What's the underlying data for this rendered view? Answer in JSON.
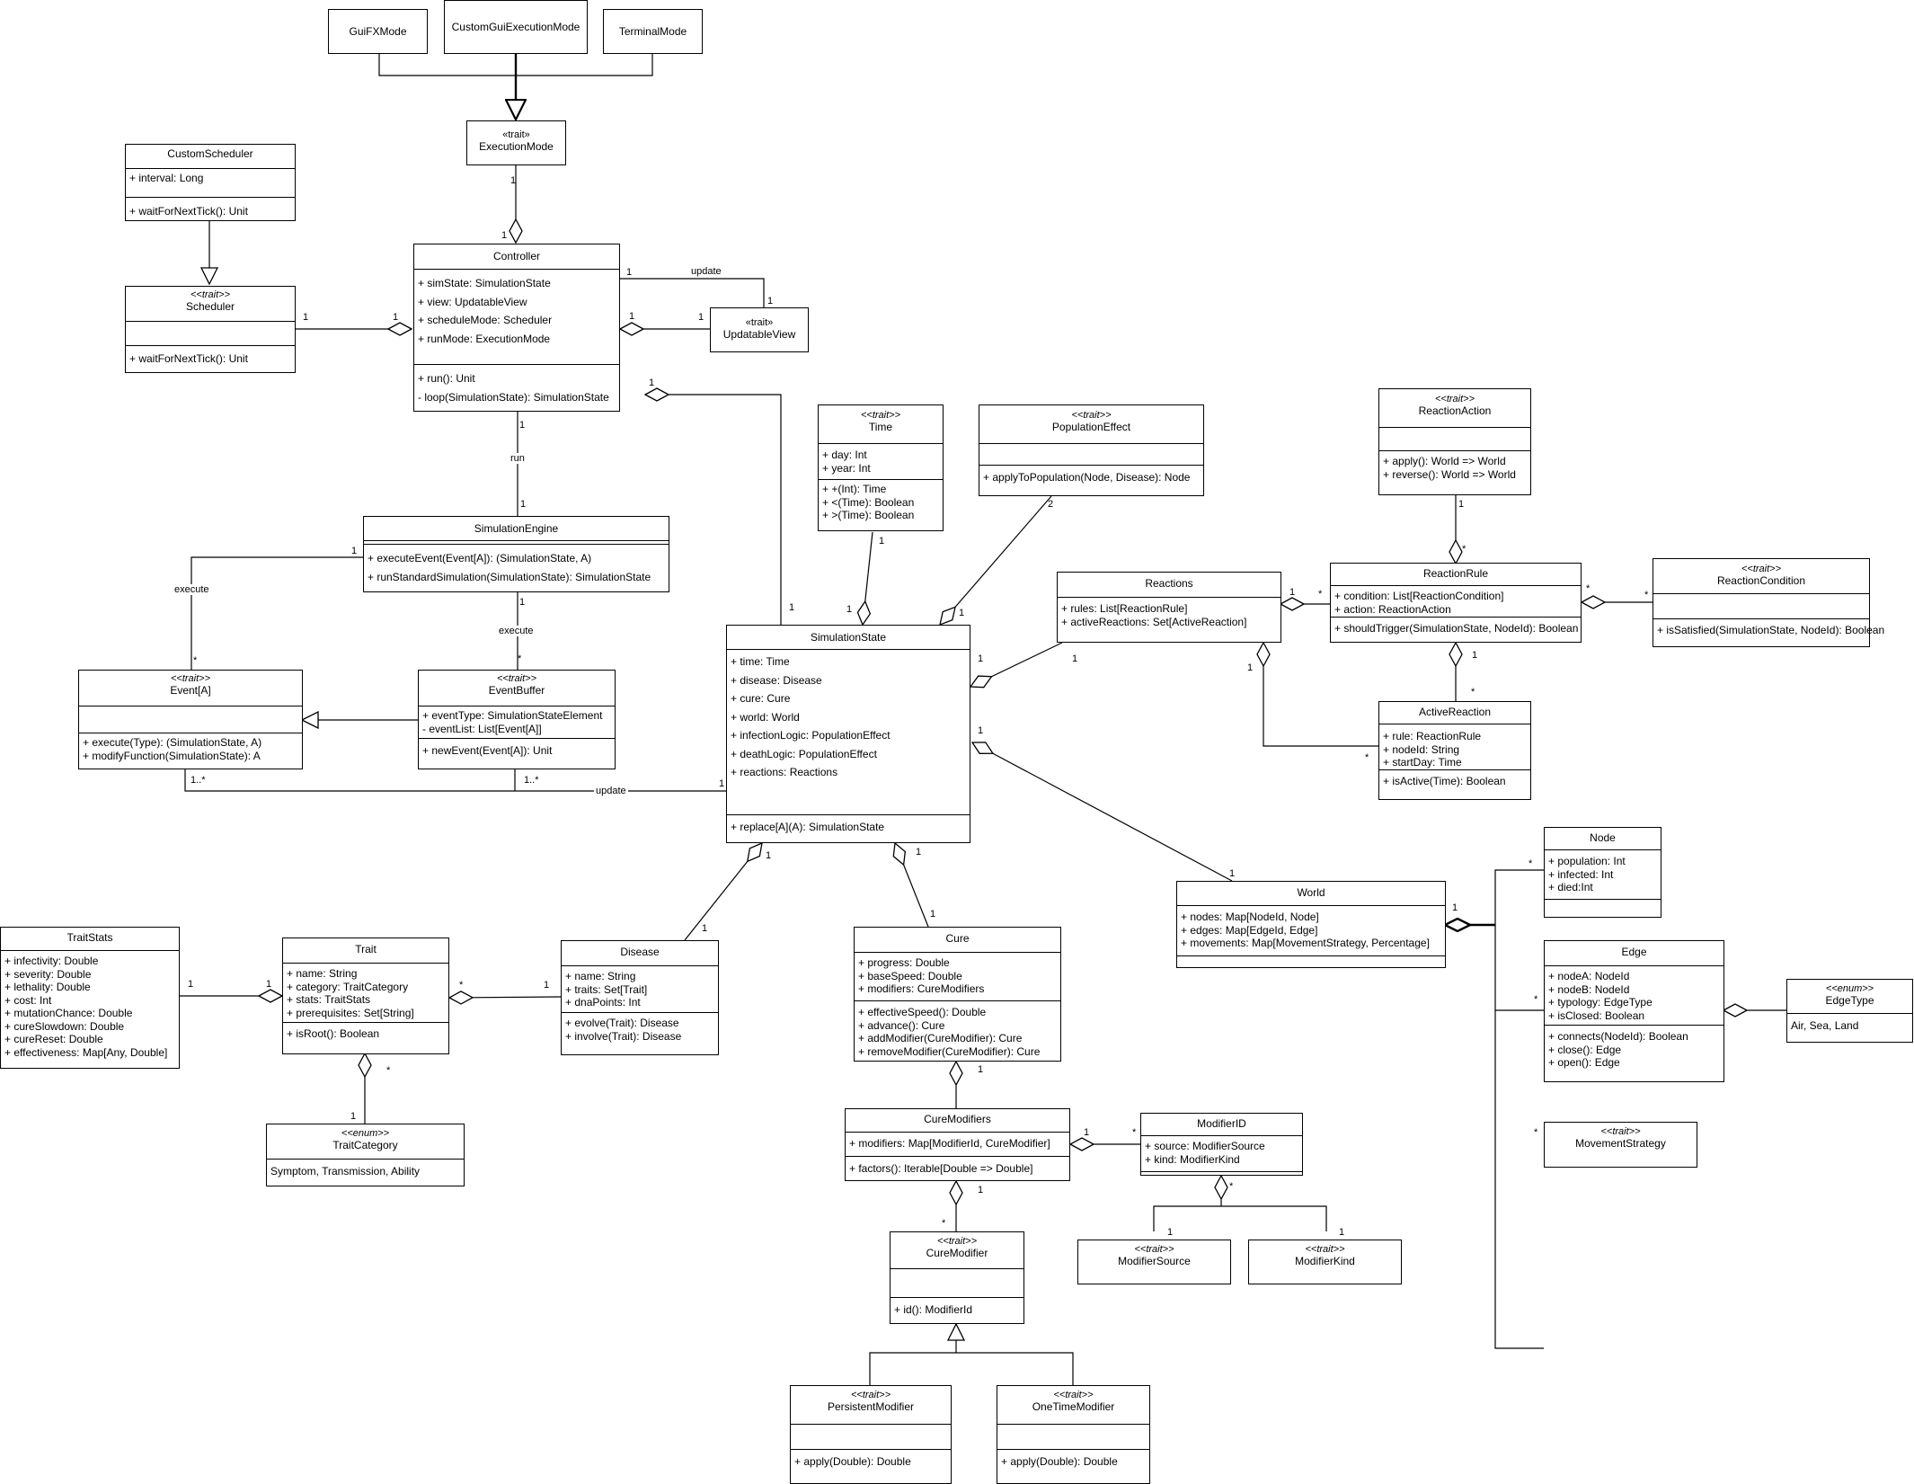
{
  "classes": {
    "guifx_mode": {
      "name": "GuiFXMode"
    },
    "custom_gui_mode": {
      "name": "CustomGuiExecutionMode"
    },
    "terminal_mode": {
      "name": "TerminalMode"
    },
    "execution_mode": {
      "stereotype": "«trait»",
      "name": "ExecutionMode"
    },
    "custom_scheduler": {
      "name": "CustomScheduler",
      "attributes": [
        "+ interval: Long"
      ],
      "methods": [
        "+ waitForNextTick(): Unit"
      ]
    },
    "scheduler": {
      "stereotype": "<<trait>>",
      "name": "Scheduler",
      "methods": [
        "+ waitForNextTick(): Unit"
      ]
    },
    "controller": {
      "name": "Controller",
      "attributes": [
        "+ simState: SimulationState",
        "+ view: UpdatableView",
        "+ scheduleMode: Scheduler",
        "+ runMode: ExecutionMode"
      ],
      "methods": [
        "+ run(): Unit",
        "- loop(SimulationState): SimulationState"
      ]
    },
    "updatable_view": {
      "stereotype": "«trait»",
      "name": "UpdatableView"
    },
    "simulation_engine": {
      "name": "SimulationEngine",
      "methods": [
        "+ executeEvent(Event[A]):  (SimulationState, A)",
        "+ runStandardSimulation(SimulationState): SimulationState"
      ]
    },
    "event": {
      "stereotype": "<<trait>>",
      "name": "Event[A]",
      "methods": [
        "+ execute(Type): (SimulationState, A)",
        "+ modifyFunction(SimulationState): A"
      ]
    },
    "event_buffer": {
      "stereotype": "<<trait>>",
      "name": "EventBuffer",
      "attributes": [
        "+ eventType: SimulationStateElement",
        "- eventList: List[Event[A]]"
      ],
      "methods": [
        "+ newEvent(Event[A]): Unit"
      ]
    },
    "time": {
      "stereotype": "<<trait>>",
      "name": "Time",
      "attributes": [
        "+ day: Int",
        "+ year: Int"
      ],
      "methods": [
        "+ +(Int): Time",
        "+ <(Time): Boolean",
        "+ >(Time): Boolean"
      ]
    },
    "population_effect": {
      "stereotype": "<<trait>>",
      "name": "PopulationEffect",
      "methods": [
        "+ applyToPopulation(Node, Disease): Node"
      ]
    },
    "simulation_state": {
      "name": "SimulationState",
      "attributes": [
        "+ time: Time",
        "+ disease: Disease",
        "+ cure: Cure",
        "+ world: World",
        "+ infectionLogic: PopulationEffect",
        "+ deathLogic: PopulationEffect",
        "+ reactions: Reactions"
      ],
      "methods": [
        "+ replace[A](A): SimulationState"
      ]
    },
    "reaction_action": {
      "stereotype": "<<trait>>",
      "name": "ReactionAction",
      "methods": [
        "+ apply(): World => World",
        "+ reverse(): World => World"
      ]
    },
    "reactions": {
      "name": "Reactions",
      "attributes": [
        "+ rules: List[ReactionRule]",
        "+ activeReactions: Set[ActiveReaction]"
      ]
    },
    "reaction_rule": {
      "name": "ReactionRule",
      "attributes": [
        "+ condition: List[ReactionCondition]",
        "+ action: ReactionAction"
      ],
      "methods": [
        "+ shouldTrigger(SimulationState, NodeId): Boolean"
      ]
    },
    "reaction_condition": {
      "stereotype": "<<trait>>",
      "name": "ReactionCondition",
      "methods": [
        "+ isSatisfied(SimulationState, NodeId): Boolean"
      ]
    },
    "active_reaction": {
      "name": "ActiveReaction",
      "attributes": [
        "+ rule: ReactionRule",
        "+ nodeId: String",
        "+ startDay: Time"
      ],
      "methods": [
        "+ isActive(Time): Boolean"
      ]
    },
    "node": {
      "name": "Node",
      "attributes": [
        "+ population: Int",
        "+ infected: Int",
        "+ died:Int"
      ]
    },
    "world": {
      "name": "World",
      "attributes": [
        "+ nodes: Map[NodeId, Node]",
        "+ edges: Map[EdgeId, Edge]",
        "+ movements: Map[MovementStrategy, Percentage]"
      ]
    },
    "edge": {
      "name": "Edge",
      "attributes": [
        "+ nodeA: NodeId",
        "+ nodeB: NodeId",
        "+ typology: EdgeType",
        "+ isClosed: Boolean"
      ],
      "methods": [
        "+ connects(NodeId): Boolean",
        "+ close(): Edge",
        "+ open(): Edge"
      ]
    },
    "edge_type": {
      "stereotype": "<<enum>>",
      "name": "EdgeType",
      "values": "Air, Sea, Land"
    },
    "movement_strategy": {
      "stereotype": "<<trait>>",
      "name": "MovementStrategy"
    },
    "trait_stats": {
      "name": "TraitStats",
      "attributes": [
        "+ infectivity: Double",
        "+ severity: Double",
        "+ lethality: Double",
        "+ cost: Int",
        "+ mutationChance: Double",
        "+ cureSlowdown: Double",
        "+ cureReset: Double",
        "+ effectiveness: Map[Any, Double]"
      ]
    },
    "trait": {
      "name": "Trait",
      "attributes": [
        "+ name: String",
        "+ category: TraitCategory",
        "+ stats: TraitStats",
        "+ prerequisites: Set[String]"
      ],
      "methods": [
        "+ isRoot(): Boolean"
      ]
    },
    "trait_category": {
      "stereotype": "<<enum>>",
      "name": "TraitCategory",
      "values": "Symptom, Transmission, Ability"
    },
    "disease": {
      "name": "Disease",
      "attributes": [
        "+ name: String",
        "+ traits: Set[Trait]",
        "+ dnaPoints: Int"
      ],
      "methods": [
        "+ evolve(Trait): Disease",
        "+ involve(Trait): Disease"
      ]
    },
    "cure": {
      "name": "Cure",
      "attributes": [
        "+ progress: Double",
        "+ baseSpeed: Double",
        "+ modifiers: CureModifiers"
      ],
      "methods": [
        "+ effectiveSpeed(): Double",
        "+ advance(): Cure",
        "+ addModifier(CureModifier): Cure",
        "+ removeModifier(CureModifier): Cure"
      ]
    },
    "cure_modifiers": {
      "name": "CureModifiers",
      "attributes": [
        "+ modifiers: Map[ModifierId, CureModifier]"
      ],
      "methods": [
        "+ factors(): Iterable[Double => Double]"
      ]
    },
    "modifier_id": {
      "name": "ModifierID",
      "attributes": [
        "+ source: ModifierSource",
        "+ kind: ModifierKind"
      ]
    },
    "modifier_source": {
      "stereotype": "<<trait>>",
      "name": "ModifierSource"
    },
    "modifier_kind": {
      "stereotype": "<<trait>>",
      "name": "ModifierKind"
    },
    "cure_modifier": {
      "stereotype": "<<trait>>",
      "name": "CureModifier",
      "methods": [
        "+ id(): ModifierId"
      ]
    },
    "persistent_modifier": {
      "stereotype": "<<trait>>",
      "name": "PersistentModifier",
      "methods": [
        "+ apply(Double): Double"
      ]
    },
    "one_time_modifier": {
      "stereotype": "<<trait>>",
      "name": "OneTimeModifier",
      "methods": [
        "+ apply(Double): Double"
      ]
    }
  },
  "labels": {
    "one": "1",
    "many": "*",
    "one_to_many": "1..*",
    "two": "2",
    "update": "update",
    "run": "run",
    "execute": "execute"
  }
}
